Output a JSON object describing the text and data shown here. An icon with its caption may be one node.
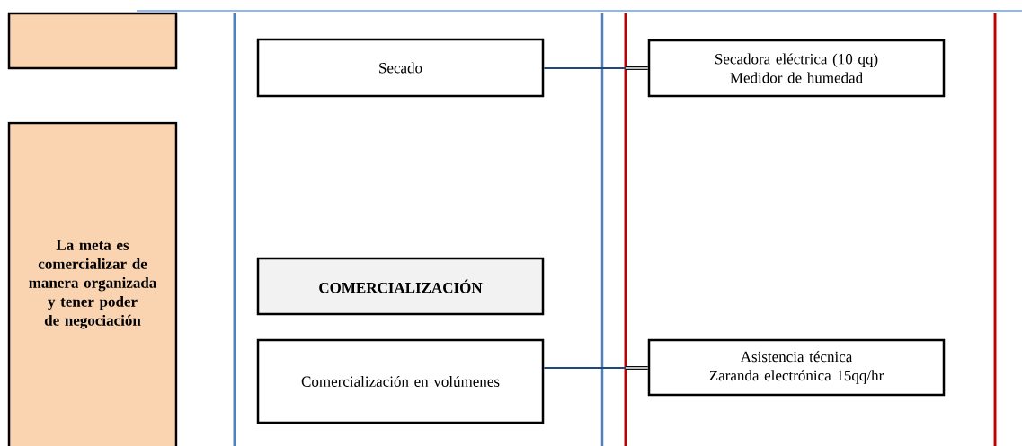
{
  "diagram": {
    "nodes": [
      {
        "text": [],
        "shape": "box"
      },
      {
        "text": [
          "La meta es comercializar de manera organizada y tener poder de negociación"
        ]
      },
      {
        "text": [
          "Secado"
        ]
      },
      {
        "text": [
          "Secadora eléctrica (10 qq)",
          "Medidor de humedad"
        ]
      },
      {
        "text": [
          "COMERCIALIZACIÓN"
        ]
      },
      {
        "text": [
          "Comercialización en volúmenes"
        ]
      },
      {
        "text": [
          "Asistencia técnica",
          "Zaranda electrónica 15qq/hr"
        ]
      }
    ],
    "edges": [
      {
        "from": 2,
        "to": 3,
        "arrow": "none"
      },
      {
        "from": 5,
        "to": 6,
        "arrow": "none"
      }
    ]
  }
}
